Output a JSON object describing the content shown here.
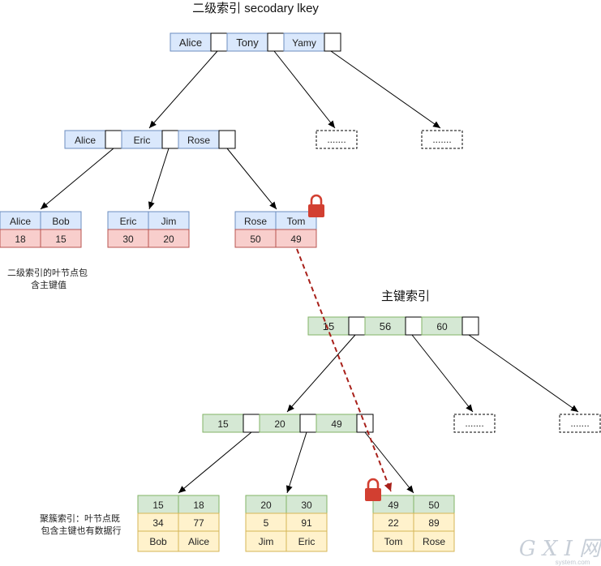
{
  "secondary": {
    "title": "二级索引 secodary lkey",
    "root": [
      "Alice",
      "Tony",
      "Yamy"
    ],
    "mid": [
      "Alice",
      "Eric",
      "Rose"
    ],
    "leaves": [
      {
        "keys": [
          "Alice",
          "Bob"
        ],
        "pks": [
          "18",
          "15"
        ]
      },
      {
        "keys": [
          "Eric",
          "Jim"
        ],
        "pks": [
          "30",
          "20"
        ]
      },
      {
        "keys": [
          "Rose",
          "Tom"
        ],
        "pks": [
          "50",
          "49"
        ]
      }
    ],
    "placeholders": [
      ".......",
      "......."
    ],
    "note_lines": [
      "二级索引的叶节点包",
      "含主键值"
    ]
  },
  "primary": {
    "title": "主键索引",
    "root": [
      "15",
      "56",
      "60"
    ],
    "mid": [
      "15",
      "20",
      "49"
    ],
    "leaves": [
      {
        "ids": [
          "15",
          "18"
        ],
        "ages": [
          "34",
          "77"
        ],
        "names": [
          "Bob",
          "Alice"
        ]
      },
      {
        "ids": [
          "20",
          "30"
        ],
        "ages": [
          "5",
          "91"
        ],
        "names": [
          "Jim",
          "Eric"
        ]
      },
      {
        "ids": [
          "49",
          "50"
        ],
        "ages": [
          "22",
          "89"
        ],
        "names": [
          "Tom",
          "Rose"
        ]
      }
    ],
    "placeholders": [
      ".......",
      "......."
    ],
    "note_lines": [
      "聚簇索引：叶节点既",
      "包含主键也有数据行"
    ]
  },
  "watermark": {
    "logo": "G X I 网",
    "site": "system.com"
  },
  "colors": {
    "blue_fill": "#dae8fc",
    "blue_stroke": "#6c8ebf",
    "red_fill": "#f8cecc",
    "red_stroke": "#b85450",
    "green_fill": "#d5e8d4",
    "green_stroke": "#82b366",
    "yellow_fill": "#fff2cc",
    "yellow_stroke": "#d6b656",
    "lock": "#d23f31",
    "dashed_arrow": "#a8201a"
  }
}
